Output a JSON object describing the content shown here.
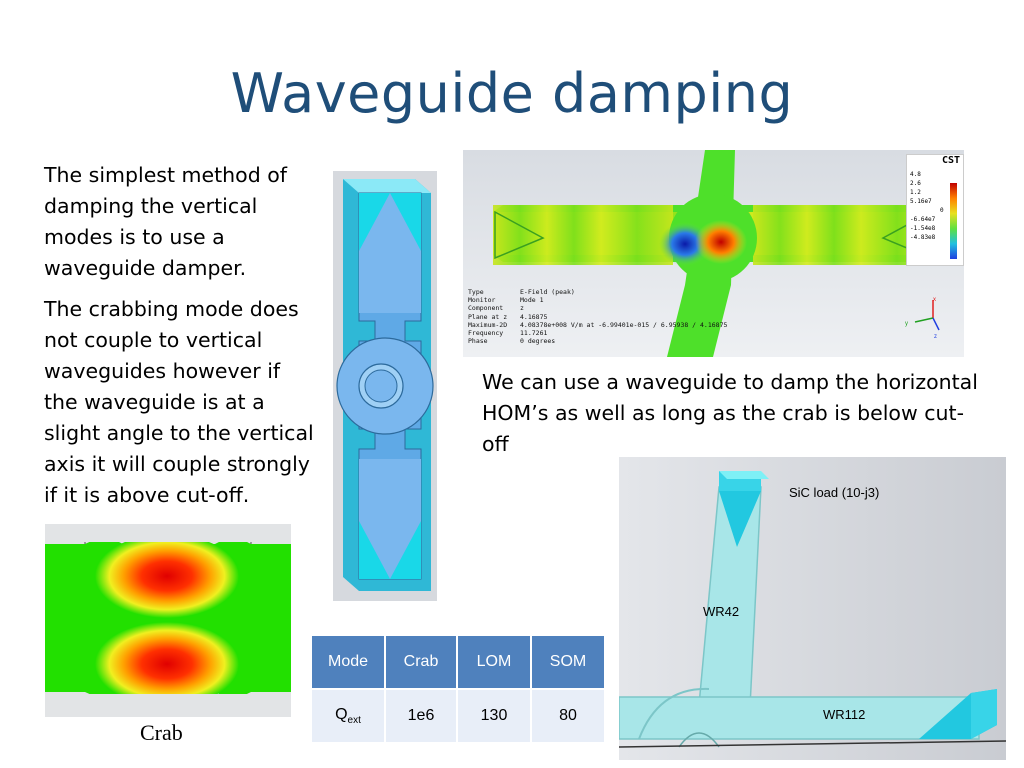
{
  "slide": {
    "title": "Waveguide damping",
    "left_paragraphs": [
      "The simplest method of damping the vertical modes is to use a waveguide damper.",
      "The crabbing mode does not couple to vertical waveguides however if the waveguide is at a slight angle to the vertical axis it will couple strongly if it is above cut-off."
    ],
    "right_paragraph": "We can use a waveguide to damp the horizontal HOM’s as well as long as the crab is below cut-off",
    "crab_caption": "Crab"
  },
  "sim_figure": {
    "logo": "CST",
    "legend_values": [
      "4.8",
      "2.6",
      "1.2",
      "5.16e7",
      "0",
      "-6.64e7",
      "-1.54e8",
      "-4.83e8"
    ],
    "info": [
      {
        "key": "Type",
        "value": "E-Field (peak)"
      },
      {
        "key": "Monitor",
        "value": "Mode 1"
      },
      {
        "key": "Component",
        "value": "z"
      },
      {
        "key": "Plane at z",
        "value": "4.16875"
      },
      {
        "key": "Maximum-2D",
        "value": "4.08378e+008 V/m at -6.99401e-015 / 6.95938 / 4.16875"
      },
      {
        "key": "Frequency",
        "value": "11.7261"
      },
      {
        "key": "Phase",
        "value": "0 degrees"
      }
    ],
    "axis_labels": {
      "x": "x",
      "y": "y",
      "z": "z"
    }
  },
  "load_figure": {
    "labels": {
      "sic": "SiC load (10-j3)",
      "wr42": "WR42",
      "wr112": "WR112"
    }
  },
  "table": {
    "headers": [
      "Mode",
      "Crab",
      "LOM",
      "SOM"
    ],
    "row_label": "Q",
    "row_label_sub": "ext",
    "values": [
      "1e6",
      "130",
      "80"
    ]
  }
}
